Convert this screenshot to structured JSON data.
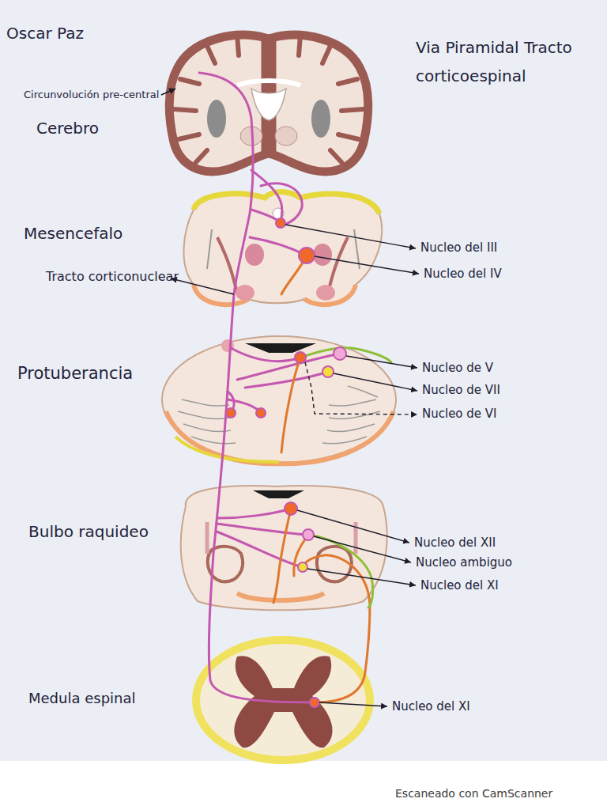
{
  "diagram": {
    "title": "Via Piramidal Tracto corticoespinal",
    "labels": [
      "Oscar Paz",
      "Circunvolución pre-central",
      "Cerebro",
      "Mesencefalo",
      "Nucleo del III",
      "Nucleo del IV",
      "Tracto corticonuclear",
      "Protuberancia",
      "Nucleo de V",
      "Nucleo de VII",
      "Nucleo de VI",
      "Bulbo raquideo",
      "Nucleo del XII",
      "Nucleo ambiguo",
      "Nucleo del XI",
      "Medula espinal",
      "Nucleo del XI",
      "Escaneado con CamScanner"
    ]
  }
}
